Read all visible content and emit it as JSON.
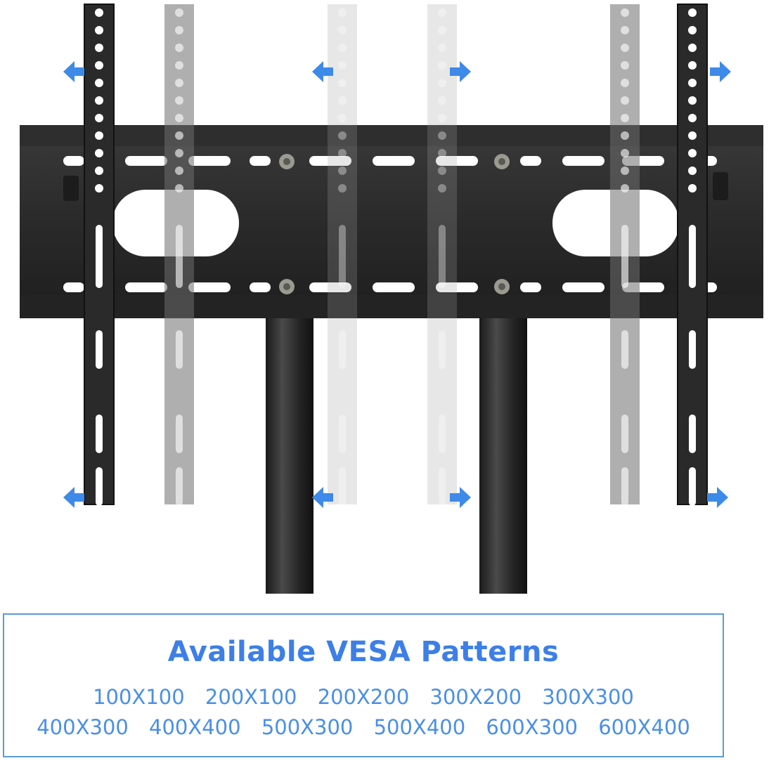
{
  "heading": "Available VESA Patterns",
  "patterns_row1": [
    "100X100",
    "200X100",
    "200X200",
    "300X200",
    "300X300"
  ],
  "patterns_row2": [
    "400X300",
    "400X400",
    "500X300",
    "500X400",
    "600X300",
    "600X400"
  ],
  "colors": {
    "accent": "#3d7fe6",
    "bracket": "#2b2b2b",
    "arrow": "#3d8ae8"
  }
}
